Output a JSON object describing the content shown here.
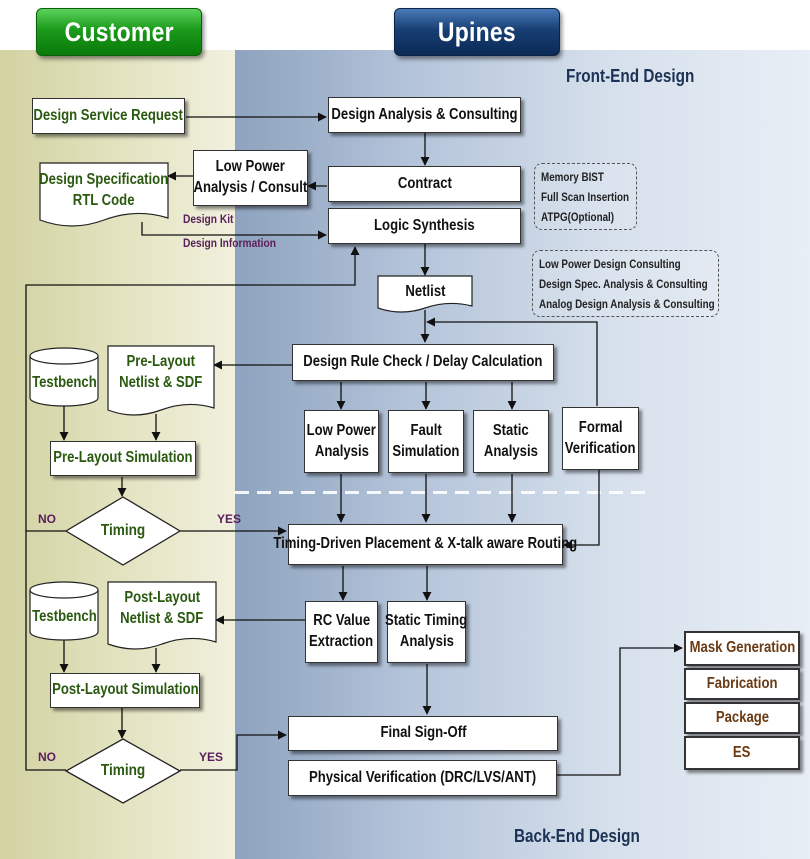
{
  "headers": {
    "customer": "Customer",
    "upines": "Upines"
  },
  "sections": {
    "front_end": "Front-End Design",
    "back_end": "Back-End Design"
  },
  "customer": {
    "design_service_request": "Design Service Request",
    "design_spec_line1": "Design Specification",
    "design_spec_line2": "RTL Code",
    "design_kit": "Design Kit",
    "design_information": "Design Information",
    "testbench": "Testbench",
    "pre_layout_netlist_line1": "Pre-Layout",
    "pre_layout_netlist_line2": "Netlist & SDF",
    "pre_layout_simulation": "Pre-Layout Simulation",
    "timing": "Timing",
    "no": "NO",
    "yes": "YES",
    "testbench2": "Testbench",
    "post_layout_netlist_line1": "Post-Layout",
    "post_layout_netlist_line2": "Netlist & SDF",
    "post_layout_simulation": "Post-Layout Simulation",
    "timing2": "Timing",
    "no2": "NO",
    "yes2": "YES"
  },
  "upines": {
    "design_analysis": "Design Analysis & Consulting",
    "low_power_consult_line1": "Low Power",
    "low_power_consult_line2": "Analysis / Consult",
    "contract": "Contract",
    "logic_synthesis": "Logic Synthesis",
    "netlist": "Netlist",
    "drc_delay": "Design Rule Check / Delay Calculation",
    "low_power_analysis_line1": "Low Power",
    "low_power_analysis_line2": "Analysis",
    "fault_sim_line1": "Fault",
    "fault_sim_line2": "Simulation",
    "static_analysis_line1": "Static",
    "static_analysis_line2": "Analysis",
    "formal_verif_line1": "Formal",
    "formal_verif_line2": "Verification",
    "placement_routing": "Timing-Driven Placement & X-talk aware Routing",
    "rc_extraction_line1": "RC Value",
    "rc_extraction_line2": "Extraction",
    "sta_line1": "Static Timing",
    "sta_line2": "Analysis",
    "final_signoff": "Final Sign-Off",
    "physical_verification": "Physical Verification (DRC/LVS/ANT)",
    "mask_generation": "Mask Generation",
    "fabrication": "Fabrication",
    "package": "Package",
    "es": "ES"
  },
  "notes": {
    "dft": [
      "Memory BIST",
      "Full Scan Insertion",
      "ATPG(Optional)"
    ],
    "consulting": [
      "Low Power Design Consulting",
      "Design Spec. Analysis & Consulting",
      "Analog Design Analysis & Consulting"
    ]
  }
}
